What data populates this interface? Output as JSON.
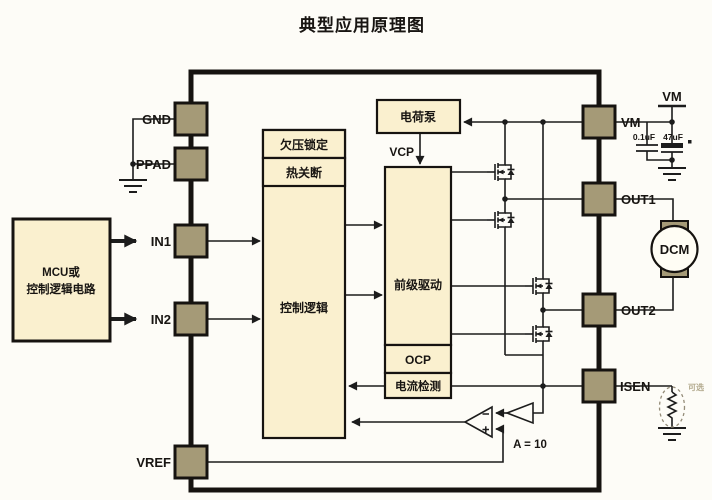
{
  "title": "典型应用原理图",
  "colors": {
    "background": "#fdfcf7",
    "block_fill": "#faf0cf",
    "pin_fill": "#a59a77",
    "line": "#1c1c1c",
    "optional_label": "#b3aa8e"
  },
  "pins": {
    "gnd": "GND",
    "ppad": "PPAD",
    "in1": "IN1",
    "in2": "IN2",
    "vref": "VREF",
    "vm": "VM",
    "out1": "OUT1",
    "out2": "OUT2",
    "isen": "ISEN"
  },
  "blocks": {
    "uvlo": "欠压锁定",
    "thermal_shutdown": "热关断",
    "control_logic": "控制逻辑",
    "charge_pump": "电荷泵",
    "vcp": "VCP",
    "predriver": "前级驱动",
    "ocp": "OCP",
    "current_sense": "电流检测",
    "amp_gain": "A = 10"
  },
  "external": {
    "mcu_line1": "MCU或",
    "mcu_line2": "控制逻辑电路",
    "vm_supply": "VM",
    "cap_small": "0.1uF",
    "cap_large": "47uF",
    "motor": "DCM",
    "optional": "可选"
  }
}
